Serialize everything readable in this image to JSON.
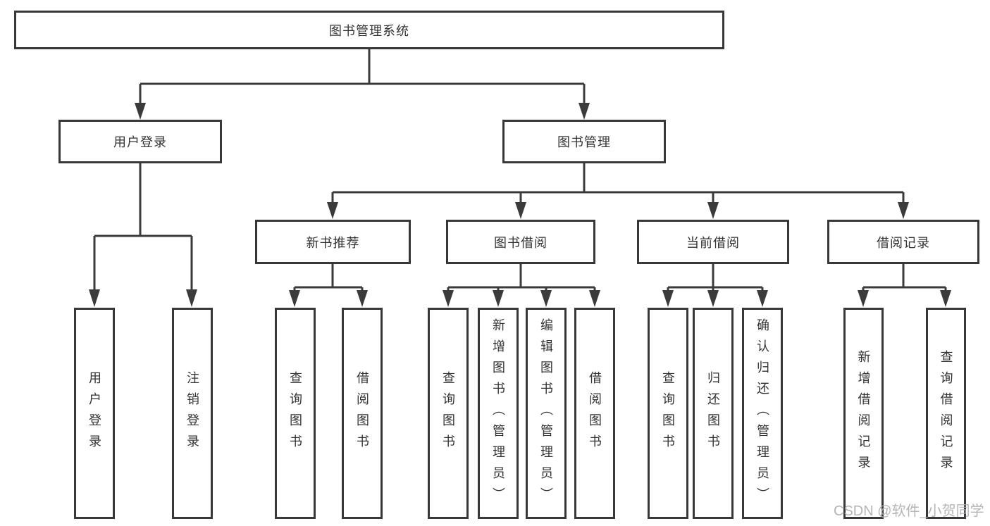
{
  "diagram": {
    "title": "图书管理系统",
    "branches": {
      "user_login": {
        "label": "用户登录",
        "leaves": [
          "用户登录",
          "注销登录"
        ]
      },
      "book_management": {
        "label": "图书管理",
        "sections": {
          "new_book_recommend": {
            "label": "新书推荐",
            "leaves": [
              "查询图书",
              "借阅图书"
            ]
          },
          "book_borrowing": {
            "label": "图书借阅",
            "leaves": [
              "查询图书",
              "新增图书（管理员）",
              "编辑图书（管理员）",
              "借阅图书"
            ]
          },
          "current_borrowing": {
            "label": "当前借阅",
            "leaves": [
              "查询图书",
              "归还图书",
              "确认归还（管理员）"
            ]
          },
          "borrowing_records": {
            "label": "借阅记录",
            "leaves": [
              "新增借阅记录",
              "查询借阅记录"
            ]
          }
        }
      }
    }
  },
  "watermark": "CSDN @软件_小贺同学",
  "colors": {
    "line": "#3b3b3b",
    "box_border": "#383838",
    "text": "#333333",
    "watermark": "#aeaeb2",
    "background": "#ffffff"
  }
}
